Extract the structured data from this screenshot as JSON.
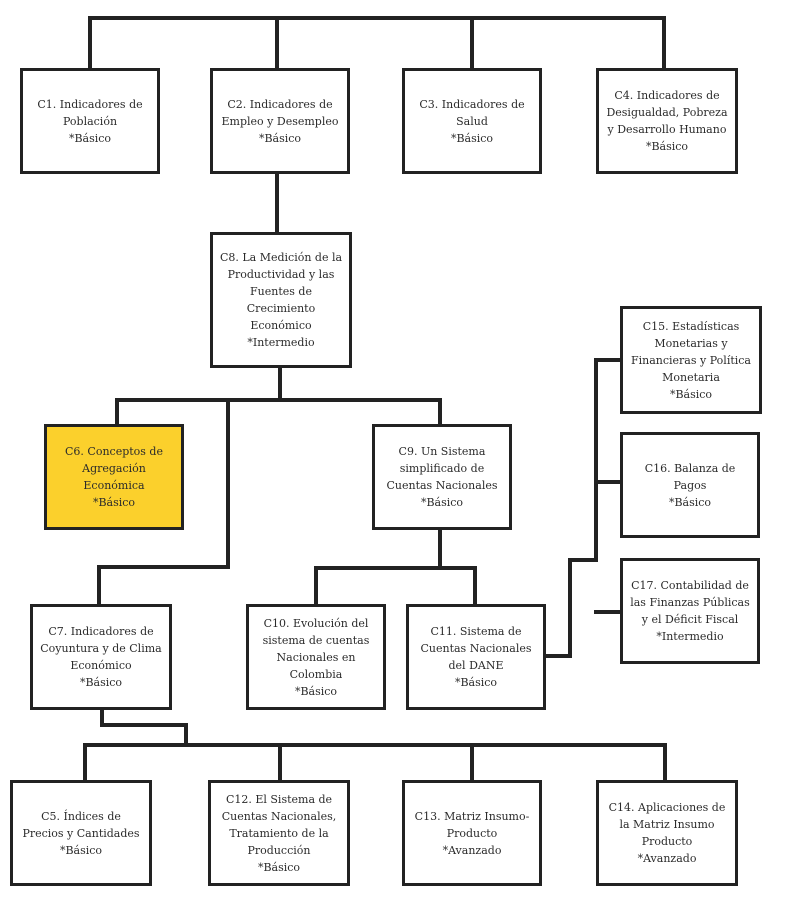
{
  "colors": {
    "line": "#222222",
    "box_border": "#222222",
    "box_fill": "#ffffff",
    "highlight_fill": "#fbd02c",
    "text": "#2b2b2b"
  },
  "nodes": {
    "c1": {
      "title": "C1. Indicadores de Población",
      "level": "*Básico"
    },
    "c2": {
      "title": "C2. Indicadores de Empleo y Desempleo",
      "level": "*Básico"
    },
    "c3": {
      "title": "C3. Indicadores de Salud",
      "level": "*Básico"
    },
    "c4": {
      "title": "C4. Indicadores de Desigualdad, Pobreza y Desarrollo Humano",
      "level": "*Básico"
    },
    "c5": {
      "title": "C5. Índices de Precios y Cantidades",
      "level": "*Básico"
    },
    "c6": {
      "title": "C6. Conceptos de Agregación Económica",
      "level": "*Básico"
    },
    "c7": {
      "title": "C7. Indicadores de Coyuntura y de Clima Económico",
      "level": "*Básico"
    },
    "c8": {
      "title": "C8. La Medición de la Productividad y las Fuentes de Crecimiento Económico",
      "level": "*Intermedio"
    },
    "c9": {
      "title": "C9. Un Sistema simplificado de Cuentas Nacionales",
      "level": "*Básico"
    },
    "c10": {
      "title": "C10. Evolución del sistema de cuentas Nacionales en Colombia",
      "level": "*Básico"
    },
    "c11": {
      "title": "C11. Sistema de Cuentas Nacionales del DANE",
      "level": "*Básico"
    },
    "c12": {
      "title": "C12. El Sistema de Cuentas Nacionales, Tratamiento de la Producción",
      "level": "*Básico"
    },
    "c13": {
      "title": "C13. Matriz Insumo-Producto",
      "level": "*Avanzado"
    },
    "c14": {
      "title": "C14. Aplicaciones de la Matriz Insumo Producto",
      "level": "*Avanzado"
    },
    "c15": {
      "title": "C15. Estadísticas Monetarias y Financieras y Política Monetaria",
      "level": "*Básico"
    },
    "c16": {
      "title": "C16. Balanza de Pagos",
      "level": "*Básico"
    },
    "c17": {
      "title": "C17. Contabilidad de las Finanzas Públicas y el Déficit Fiscal",
      "level": "*Intermedio"
    }
  }
}
